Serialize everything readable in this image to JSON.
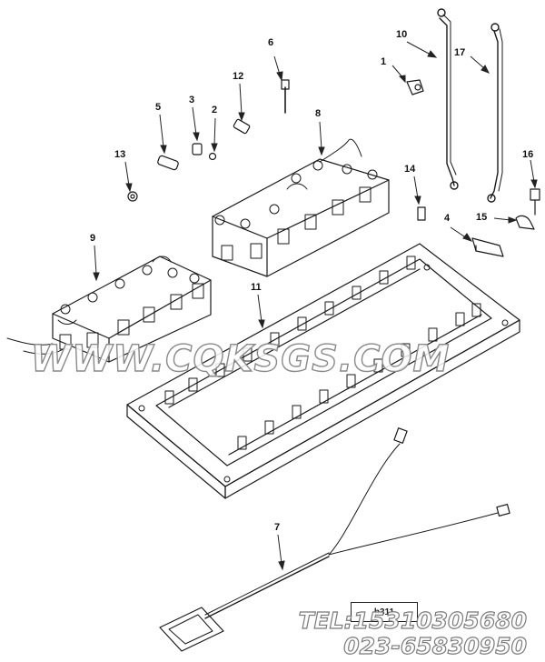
{
  "callouts": [
    "1",
    "2",
    "3",
    "4",
    "5",
    "6",
    "7",
    "8",
    "9",
    "10",
    "11",
    "12",
    "13",
    "14",
    "15",
    "16",
    "17"
  ],
  "watermark": "WWW.CQKSGS.COM",
  "telephone": "TEL:15310305680",
  "phone_alt": "023-65830950",
  "figure_code": "b311"
}
